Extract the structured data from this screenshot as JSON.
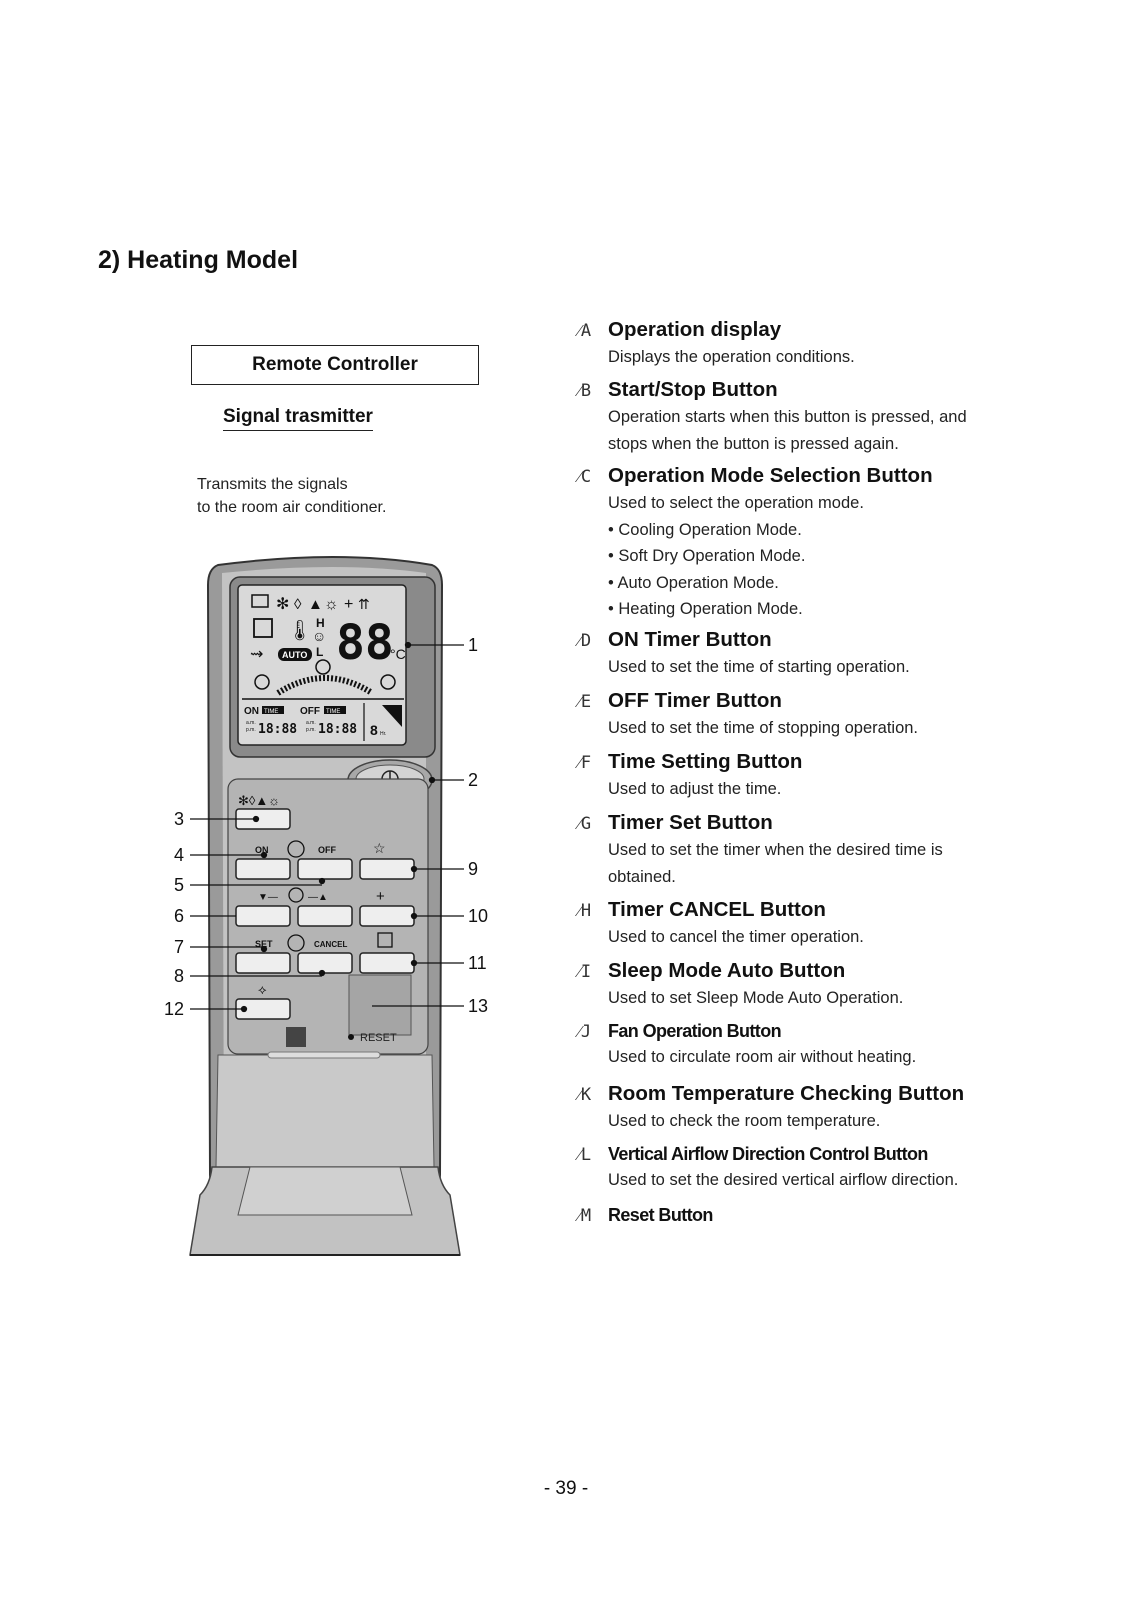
{
  "section_title": "2) Heating Model",
  "remote_controller_label": "Remote Controller",
  "signal_title": "Signal trasmitter",
  "signal_desc_1": "Transmits the signals",
  "signal_desc_2": "to the room air conditioner.",
  "items": [
    {
      "marker": "⁄A",
      "title": "Operation display",
      "lines": [
        "Displays the operation conditions."
      ]
    },
    {
      "marker": "⁄B",
      "title": "Start/Stop Button",
      "lines": [
        "Operation starts when this button is pressed, and",
        "stops when the button is pressed again."
      ]
    },
    {
      "marker": "⁄C",
      "title": "Operation Mode Selection Button",
      "lines": [
        "Used to select the operation mode.",
        "• Cooling Operation Mode.",
        "• Soft Dry Operation Mode.",
        "• Auto Operation Mode.",
        "• Heating Operation Mode."
      ]
    },
    {
      "marker": "⁄D",
      "title": "ON Timer Button",
      "lines": [
        "Used to set the time of starting operation."
      ]
    },
    {
      "marker": "⁄E",
      "title": "OFF Timer Button",
      "lines": [
        "Used to set the time of stopping operation."
      ]
    },
    {
      "marker": "⁄F",
      "title": "Time Setting Button",
      "lines": [
        "Used to adjust the time."
      ]
    },
    {
      "marker": "⁄G",
      "title": "Timer Set Button",
      "lines": [
        "Used to set the timer when the desired time is",
        "obtained."
      ]
    },
    {
      "marker": "⁄H",
      "title": "Timer CANCEL Button",
      "lines": [
        "Used to cancel the timer operation."
      ]
    },
    {
      "marker": "⁄I",
      "title": "Sleep Mode Auto Button",
      "lines": [
        "Used to set Sleep Mode Auto Operation."
      ]
    },
    {
      "marker": "⁄J",
      "title": "Fan Operation Button",
      "lines": [
        "Used to circulate room air without heating."
      ]
    },
    {
      "marker": "⁄K",
      "title": "Room Temperature Checking Button",
      "lines": [
        "Used to check the room temperature."
      ]
    },
    {
      "marker": "⁄L",
      "title": "Vertical Airflow Direction Control Button",
      "lines": [
        "Used to set the desired vertical airflow direction."
      ]
    },
    {
      "marker": "⁄M",
      "title": "Reset Button",
      "lines": []
    }
  ],
  "remote": {
    "display_temp": "88",
    "display_unit": "°C",
    "auto_badge": "AUTO",
    "on_label": "ON",
    "off_label": "OFF",
    "time_badge": "TIME",
    "am": "a.m.",
    "pm": "p.m.",
    "clock_on": "18:88",
    "clock_off": "18:88",
    "hrs_value": "8",
    "hrs_unit": "Hr.",
    "h_label": "H",
    "l_label": "L",
    "row_label_on_off_on": "ON",
    "row_label_on_off_off": "OFF",
    "row_label_set": "SET",
    "row_label_cancel": "CANCEL",
    "reset_label": "RESET",
    "callouts_left": [
      "3",
      "4",
      "5",
      "6",
      "7",
      "8",
      "12"
    ],
    "callouts_right": [
      "1",
      "2",
      "9",
      "10",
      "11",
      "13"
    ]
  },
  "page_number": "- 39 -"
}
